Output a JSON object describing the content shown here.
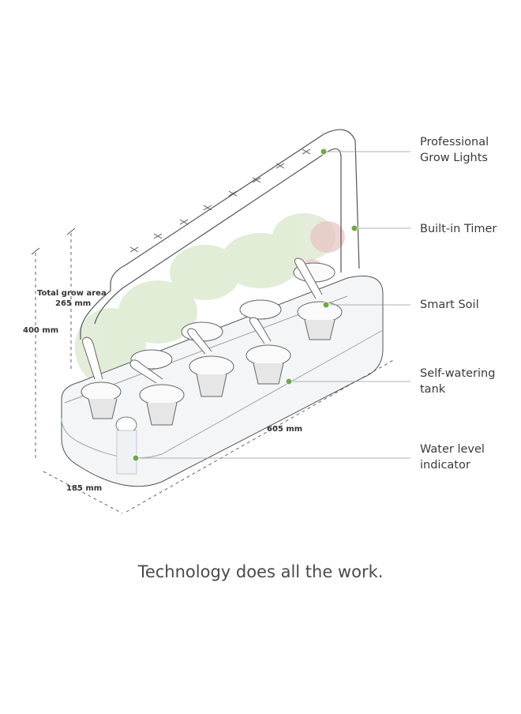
{
  "callouts": [
    {
      "line1": "Professional",
      "line2": "Grow Lights"
    },
    {
      "line1": "Built-in Timer",
      "line2": ""
    },
    {
      "line1": "Smart Soil",
      "line2": ""
    },
    {
      "line1": "Self-watering",
      "line2": "tank"
    },
    {
      "line1": "Water level",
      "line2": "indicator"
    }
  ],
  "dimensions": {
    "grow_area_label": "Total grow area",
    "grow_area_value": "265 mm",
    "height": "400 mm",
    "length": "605 mm",
    "depth": "185 mm"
  },
  "tagline": "Technology does all the work.",
  "colors": {
    "callout_dot": "#6fa84a",
    "outline": "#555555",
    "foliage": "#cfe0c0",
    "tank": "#eef1f4"
  }
}
